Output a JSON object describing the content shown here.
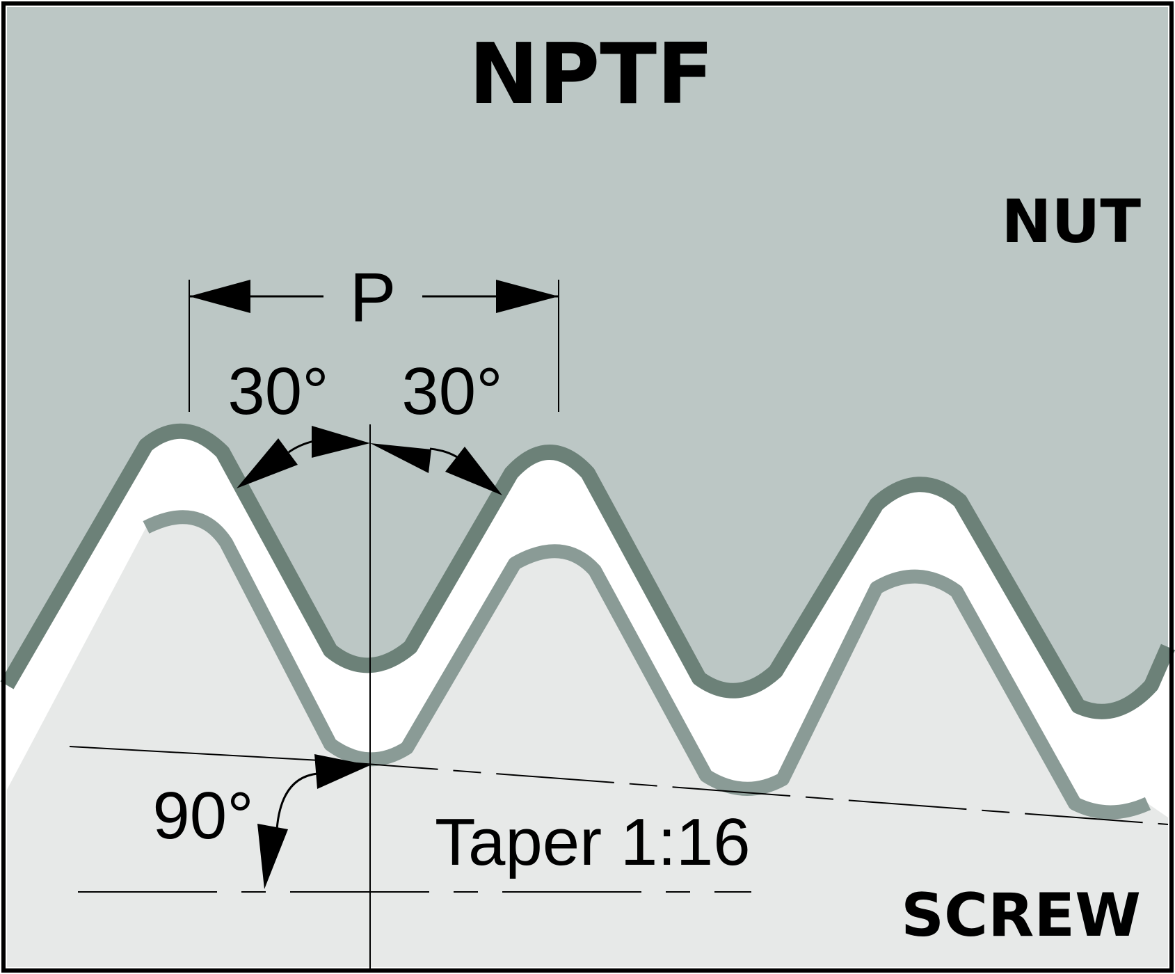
{
  "title": "NPTF",
  "labels": {
    "nut": "NUT",
    "screw": "SCREW",
    "pitch": "P",
    "flank_angle_left": "30°",
    "flank_angle_right": "30°",
    "right_angle": "90°",
    "taper": "Taper 1:16"
  },
  "colors": {
    "nut": "#bcc7c5",
    "screw": "#e7e9e8",
    "nut_edge": "#6c8178",
    "screw_edge": "#8a9b96",
    "gap": "#ffffff",
    "ink": "#000000"
  }
}
